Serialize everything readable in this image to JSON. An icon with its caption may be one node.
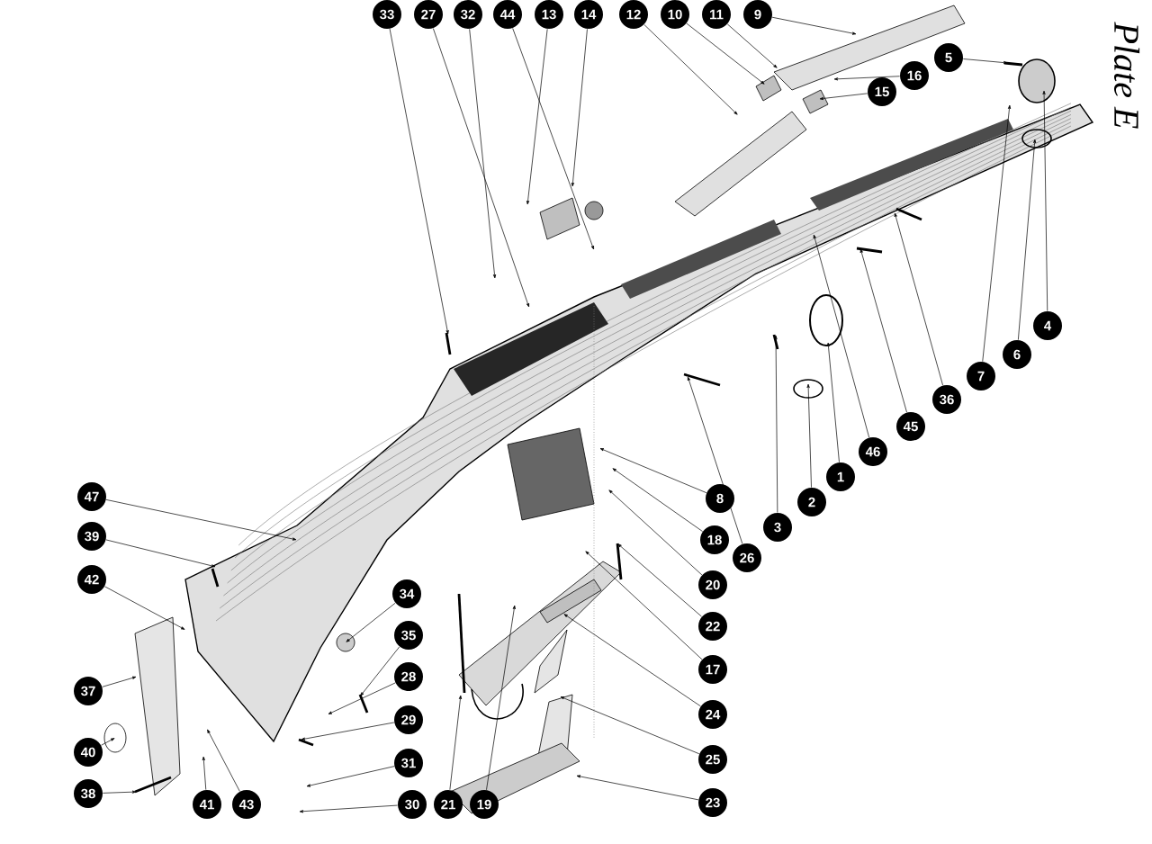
{
  "diagram": {
    "title": "Plate E",
    "nodes": [
      {
        "text": [
          "33"
        ]
      },
      {
        "text": [
          "27"
        ]
      },
      {
        "text": [
          "32"
        ]
      },
      {
        "text": [
          "44"
        ]
      },
      {
        "text": [
          "13"
        ]
      },
      {
        "text": [
          "14"
        ]
      },
      {
        "text": [
          "12"
        ]
      },
      {
        "text": [
          "10"
        ]
      },
      {
        "text": [
          "11"
        ]
      },
      {
        "text": [
          "9"
        ]
      },
      {
        "text": [
          "5"
        ]
      },
      {
        "text": [
          "16"
        ]
      },
      {
        "text": [
          "15"
        ]
      },
      {
        "text": [
          "4"
        ]
      },
      {
        "text": [
          "6"
        ]
      },
      {
        "text": [
          "7"
        ]
      },
      {
        "text": [
          "36"
        ]
      },
      {
        "text": [
          "45"
        ]
      },
      {
        "text": [
          "46"
        ]
      },
      {
        "text": [
          "1"
        ]
      },
      {
        "text": [
          "2"
        ]
      },
      {
        "text": [
          "3"
        ]
      },
      {
        "text": [
          "26"
        ]
      },
      {
        "text": [
          "8"
        ]
      },
      {
        "text": [
          "18"
        ]
      },
      {
        "text": [
          "20"
        ]
      },
      {
        "text": [
          "22"
        ]
      },
      {
        "text": [
          "17"
        ]
      },
      {
        "text": [
          "24"
        ]
      },
      {
        "text": [
          "25"
        ]
      },
      {
        "text": [
          "23"
        ]
      },
      {
        "text": [
          "47"
        ]
      },
      {
        "text": [
          "39"
        ]
      },
      {
        "text": [
          "42"
        ]
      },
      {
        "text": [
          "37"
        ]
      },
      {
        "text": [
          "40"
        ]
      },
      {
        "text": [
          "38"
        ]
      },
      {
        "text": [
          "41"
        ]
      },
      {
        "text": [
          "43"
        ]
      },
      {
        "text": [
          "34"
        ]
      },
      {
        "text": [
          "35"
        ]
      },
      {
        "text": [
          "28"
        ]
      },
      {
        "text": [
          "29"
        ]
      },
      {
        "text": [
          "31"
        ]
      },
      {
        "text": [
          "30"
        ]
      },
      {
        "text": [
          "21"
        ]
      },
      {
        "text": [
          "19"
        ]
      }
    ],
    "edges": [
      {
        "from": 0,
        "to": null,
        "arrow": "to"
      },
      {
        "from": 1,
        "to": null,
        "arrow": "to"
      },
      {
        "from": 2,
        "to": null,
        "arrow": "to"
      },
      {
        "from": 3,
        "to": null,
        "arrow": "to"
      },
      {
        "from": 4,
        "to": null,
        "arrow": "to"
      },
      {
        "from": 5,
        "to": null,
        "arrow": "to"
      },
      {
        "from": 6,
        "to": null,
        "arrow": "to"
      },
      {
        "from": 7,
        "to": null,
        "arrow": "to"
      },
      {
        "from": 8,
        "to": null,
        "arrow": "to"
      },
      {
        "from": 9,
        "to": null,
        "arrow": "to"
      },
      {
        "from": 10,
        "to": null,
        "arrow": "to"
      },
      {
        "from": 11,
        "to": null,
        "arrow": "to"
      },
      {
        "from": 12,
        "to": null,
        "arrow": "to"
      },
      {
        "from": 13,
        "to": null,
        "arrow": "to"
      },
      {
        "from": 14,
        "to": null,
        "arrow": "to"
      },
      {
        "from": 15,
        "to": null,
        "arrow": "to"
      },
      {
        "from": 16,
        "to": null,
        "arrow": "to"
      },
      {
        "from": 17,
        "to": null,
        "arrow": "to"
      },
      {
        "from": 18,
        "to": null,
        "arrow": "to"
      },
      {
        "from": 19,
        "to": null,
        "arrow": "to"
      },
      {
        "from": 20,
        "to": null,
        "arrow": "to"
      },
      {
        "from": 21,
        "to": null,
        "arrow": "to"
      },
      {
        "from": 22,
        "to": null,
        "arrow": "to"
      },
      {
        "from": 23,
        "to": null,
        "arrow": "to"
      },
      {
        "from": 24,
        "to": null,
        "arrow": "to"
      },
      {
        "from": 25,
        "to": null,
        "arrow": "to"
      },
      {
        "from": 26,
        "to": null,
        "arrow": "to"
      },
      {
        "from": 27,
        "to": null,
        "arrow": "to"
      },
      {
        "from": 28,
        "to": null,
        "arrow": "to"
      },
      {
        "from": 29,
        "to": null,
        "arrow": "to"
      },
      {
        "from": 30,
        "to": null,
        "arrow": "to"
      },
      {
        "from": 31,
        "to": null,
        "arrow": "to"
      },
      {
        "from": 32,
        "to": null,
        "arrow": "to"
      },
      {
        "from": 33,
        "to": null,
        "arrow": "to"
      },
      {
        "from": 34,
        "to": null,
        "arrow": "to"
      },
      {
        "from": 35,
        "to": null,
        "arrow": "to"
      },
      {
        "from": 36,
        "to": null,
        "arrow": "to"
      },
      {
        "from": 37,
        "to": null,
        "arrow": "to"
      },
      {
        "from": 38,
        "to": null,
        "arrow": "to"
      },
      {
        "from": 39,
        "to": null,
        "arrow": "to"
      },
      {
        "from": 40,
        "to": null,
        "arrow": "to"
      },
      {
        "from": 41,
        "to": null,
        "arrow": "to"
      },
      {
        "from": 42,
        "to": null,
        "arrow": "to"
      },
      {
        "from": 43,
        "to": null,
        "arrow": "to"
      },
      {
        "from": 44,
        "to": null,
        "arrow": "to"
      },
      {
        "from": 45,
        "to": null,
        "arrow": "to"
      },
      {
        "from": 46,
        "to": null,
        "arrow": "to"
      }
    ]
  }
}
